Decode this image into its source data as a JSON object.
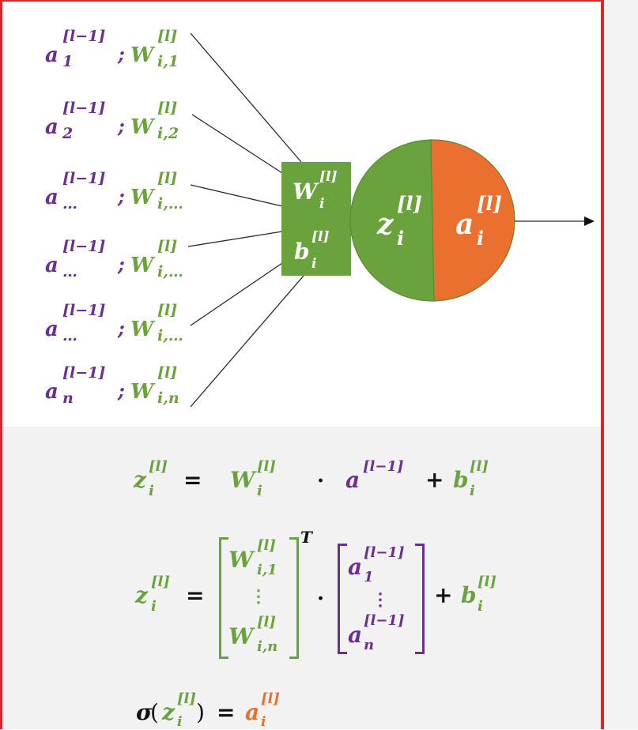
{
  "diagram": {
    "inputs": [
      {
        "a": "a",
        "a_superscript": "[l−1]",
        "a_subscript": "1",
        "separator": ";",
        "w": "W",
        "w_superscript": "[l]",
        "w_subscript": "i,1"
      },
      {
        "a": "a",
        "a_superscript": "[l−1]",
        "a_subscript": "2",
        "separator": ";",
        "w": "W",
        "w_superscript": "[l]",
        "w_subscript": "i,2"
      },
      {
        "a": "a",
        "a_superscript": "[l−1]",
        "a_subscript": "…",
        "separator": ";",
        "w": "W",
        "w_superscript": "[l]",
        "w_subscript": "i,…"
      },
      {
        "a": "a",
        "a_superscript": "[l−1]",
        "a_subscript": "…",
        "separator": ";",
        "w": "W",
        "w_superscript": "[l]",
        "w_subscript": "i,…"
      },
      {
        "a": "a",
        "a_superscript": "[l−1]",
        "a_subscript": "…",
        "separator": ";",
        "w": "W",
        "w_superscript": "[l]",
        "w_subscript": "i,…"
      },
      {
        "a": "a",
        "a_superscript": "[l−1]",
        "a_subscript": "n",
        "separator": ";",
        "w": "W",
        "w_superscript": "[l]",
        "w_subscript": "i,n"
      }
    ],
    "box": {
      "w": "W",
      "w_superscript": "[l]",
      "w_subscript": "i",
      "b": "b",
      "b_superscript": "[l]",
      "b_subscript": "i"
    },
    "neuron": {
      "z": "z",
      "z_superscript": "[l]",
      "z_subscript": "i",
      "a": "a",
      "a_superscript": "[l]",
      "a_subscript": "i"
    }
  },
  "formulas": {
    "eq1": {
      "z": "z",
      "z_sup": "[l]",
      "z_sub": "i",
      "equals": "=",
      "w": "W",
      "w_sup": "[l]",
      "w_sub": "i",
      "dot": "·",
      "a": "a",
      "a_sup": "[l−1]",
      "plus": "+",
      "b": "b",
      "b_sup": "[l]",
      "b_sub": "i"
    },
    "eq2": {
      "z": "z",
      "z_sup": "[l]",
      "z_sub": "i",
      "equals": "=",
      "wtop": "W",
      "wtop_sup": "[l]",
      "wtop_sub": "i,1",
      "vdots": "⋮",
      "wbot": "W",
      "wbot_sup": "[l]",
      "wbot_sub": "i,n",
      "transpose": "T",
      "dot": "·",
      "atop": "a",
      "atop_sup": "[l−1]",
      "atop_sub": "1",
      "abot": "a",
      "abot_sup": "[l−1]",
      "abot_sub": "n",
      "plus": "+",
      "b": "b",
      "b_sup": "[l]",
      "b_sub": "i"
    },
    "eq3": {
      "sigma": "σ",
      "open": "(",
      "z": "z",
      "z_sup": "[l]",
      "z_sub": "i",
      "close": ")",
      "equals": "=",
      "a": "a",
      "a_sup": "[l]",
      "a_sub": "i"
    }
  },
  "colors": {
    "activation": "#6b2f91",
    "weight": "#6aa33d",
    "output": "#ea7030",
    "frame": "#d9262b"
  }
}
